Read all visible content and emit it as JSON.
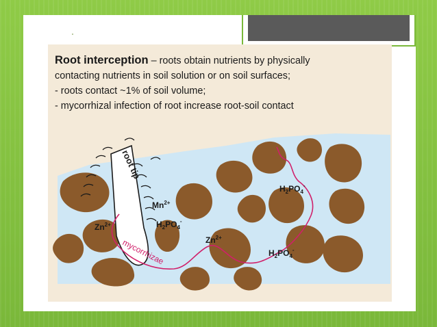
{
  "slide": {
    "accent_color": "#7ab83a",
    "header_bar_color": "#5a5a5a"
  },
  "figure": {
    "heading_term": "Root interception",
    "heading_rest": " – roots obtain nutrients by physically",
    "line2": "contacting nutrients in soil solution or on soil surfaces;",
    "line3": "- roots contact ~1% of soil volume;",
    "line4": "- mycorrhizal infection of root increase root-soil contact",
    "labels": {
      "root_tip": "root tip",
      "mycorrhizae": "mycorrhizae",
      "zn_left": "Zn",
      "zn_left_charge": "2+",
      "mn": "Mn",
      "mn_charge": "2+",
      "h2po4_mid_h": "H",
      "h2po4_mid_2": "2",
      "h2po4_mid_po": "PO",
      "h2po4_mid_4": "4",
      "h2po4_mid_charge": "-",
      "zn_center": "Zn",
      "zn_center_charge": "2+",
      "h2po4_top_h": "H",
      "h2po4_top_2": "2",
      "h2po4_top_po": "PO",
      "h2po4_top_4": "4",
      "h2po4_top_charge": "-",
      "h2po4_low_h": "H",
      "h2po4_low_2": "2",
      "h2po4_low_po": "PO",
      "h2po4_low_4": "4",
      "h2po4_low_charge": "-"
    },
    "colors": {
      "soil_particle": "#8b5a2b",
      "soil_water": "#cfe7f5",
      "hypha": "#d0206a",
      "panel": "#f4ead9"
    }
  }
}
